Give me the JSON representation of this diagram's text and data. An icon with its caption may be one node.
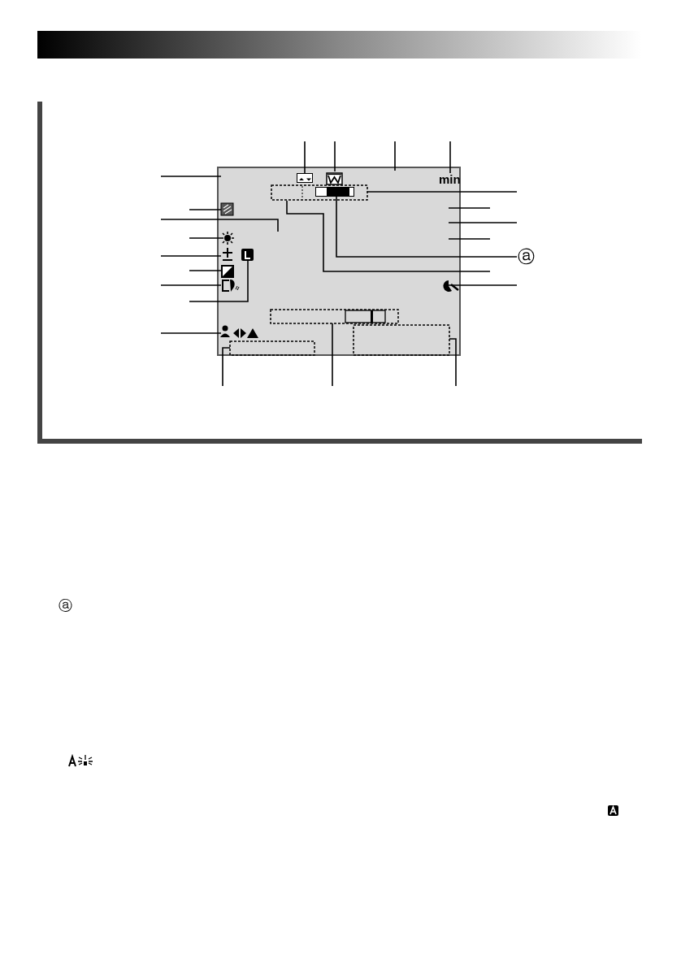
{
  "diagram": {
    "nodes": [
      {
        "text": [],
        "shape": "box"
      },
      {
        "text": [],
        "shape": "bar",
        "in": 0
      },
      {
        "text": [
          "ⓐ"
        ]
      },
      {
        "text": [
          "min"
        ],
        "in": 0
      },
      {
        "text": [],
        "shape": "box",
        "in": 0
      }
    ],
    "edges": [
      {
        "from": 2,
        "to": 1,
        "arrow": "none"
      },
      {
        "from": null,
        "to": 4,
        "arrow": "none"
      },
      {
        "from": null,
        "to": 3,
        "arrow": "none"
      }
    ],
    "labels": [
      "ⓐ"
    ]
  }
}
